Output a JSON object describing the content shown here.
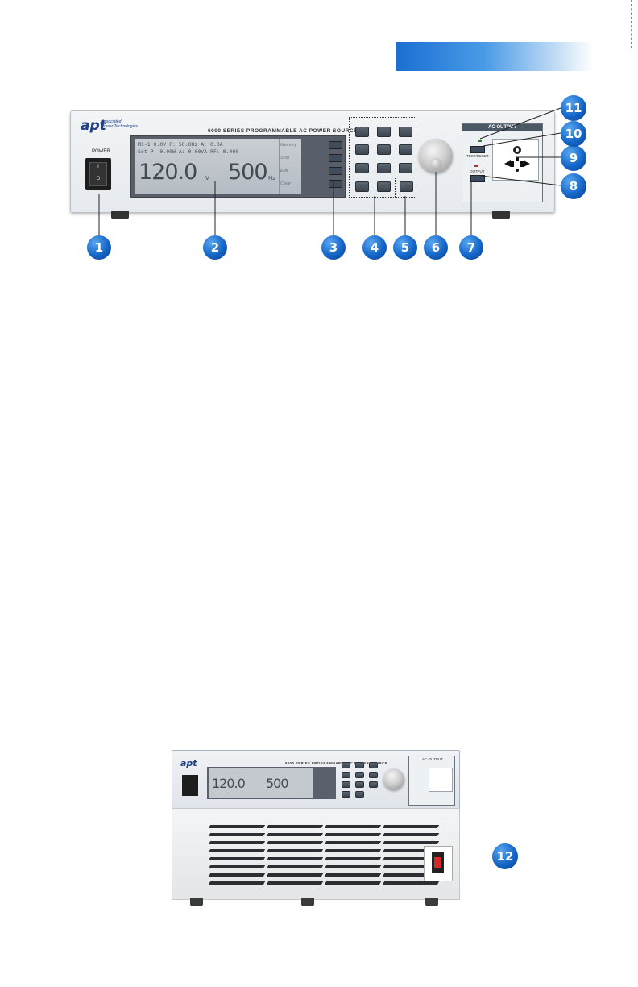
{
  "front_panel": {
    "logo_text": "apt",
    "logo_sub1": "Associated",
    "logo_sub2": "Power Technologies",
    "series_title": "6000 SERIES PROGRAMMABLE AC POWER SOURCE",
    "power_label": "POWER",
    "switch_on": "I",
    "switch_off": "O",
    "lcd": {
      "row1": "M1-1   0.0V   F:  50.0Hz   A:   0.0A",
      "row2": "Set   P: 0.00W   A: 0.00VA   PF: 0.000",
      "voltage": "120.0",
      "voltage_unit": "V",
      "frequency": "500",
      "frequency_unit": "Hz",
      "softkeys": [
        "Memory",
        "Shift",
        "Edit",
        "Clear"
      ]
    },
    "ac_output": {
      "title": "AC OUTPUT",
      "test_reset": "TEST/RESET",
      "output_label": "OUTPUT"
    }
  },
  "callouts": [
    "1",
    "2",
    "3",
    "4",
    "5",
    "6",
    "7",
    "8",
    "9",
    "10",
    "11",
    "12"
  ],
  "rear_unit": {
    "series_title": "6000 SERIES PROGRAMMABLE AC POWER SOURCE",
    "lcd_voltage": "120.0",
    "lcd_frequency": "500",
    "ac_output": "AC OUTPUT"
  },
  "colors": {
    "badge_blue": "#1466c8",
    "band_blue": "#1a6fd1",
    "lcd_bg": "#c1c7cd"
  }
}
